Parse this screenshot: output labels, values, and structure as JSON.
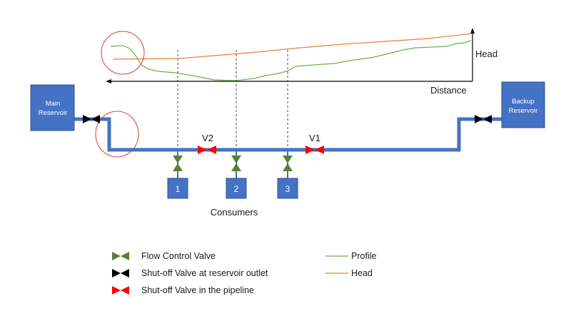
{
  "chart": {
    "y_axis_label": "Head",
    "x_axis_label": "Distance",
    "series": [
      {
        "name": "Profile",
        "color": "#70ad47"
      },
      {
        "name": "Head",
        "color": "#ed7d31"
      }
    ]
  },
  "reservoirs": {
    "main": {
      "line1": "Main",
      "line2": "Reservoir"
    },
    "backup": {
      "line1": "Backup",
      "line2": "Reservoir"
    }
  },
  "valves": {
    "v1": "V1",
    "v2": "V2"
  },
  "consumers": {
    "labels": [
      "1",
      "2",
      "3"
    ],
    "caption": "Consumers"
  },
  "legend": {
    "flow_control": "Flow Control Valve",
    "reservoir_outlet": "Shut-off Valve at reservoir outlet",
    "pipeline_shutoff": "Shut-off Valve in the pipeline",
    "profile": "Profile",
    "head": "Head"
  },
  "colors": {
    "pipe": "#4472c4",
    "reservoir": "#4472c4",
    "flow_control_valve": "#548235",
    "outlet_valve": "#000000",
    "pipeline_valve": "#ff0000",
    "highlight_circle": "#e03c31",
    "profile_line": "#70ad47",
    "head_line": "#ed7d31"
  }
}
